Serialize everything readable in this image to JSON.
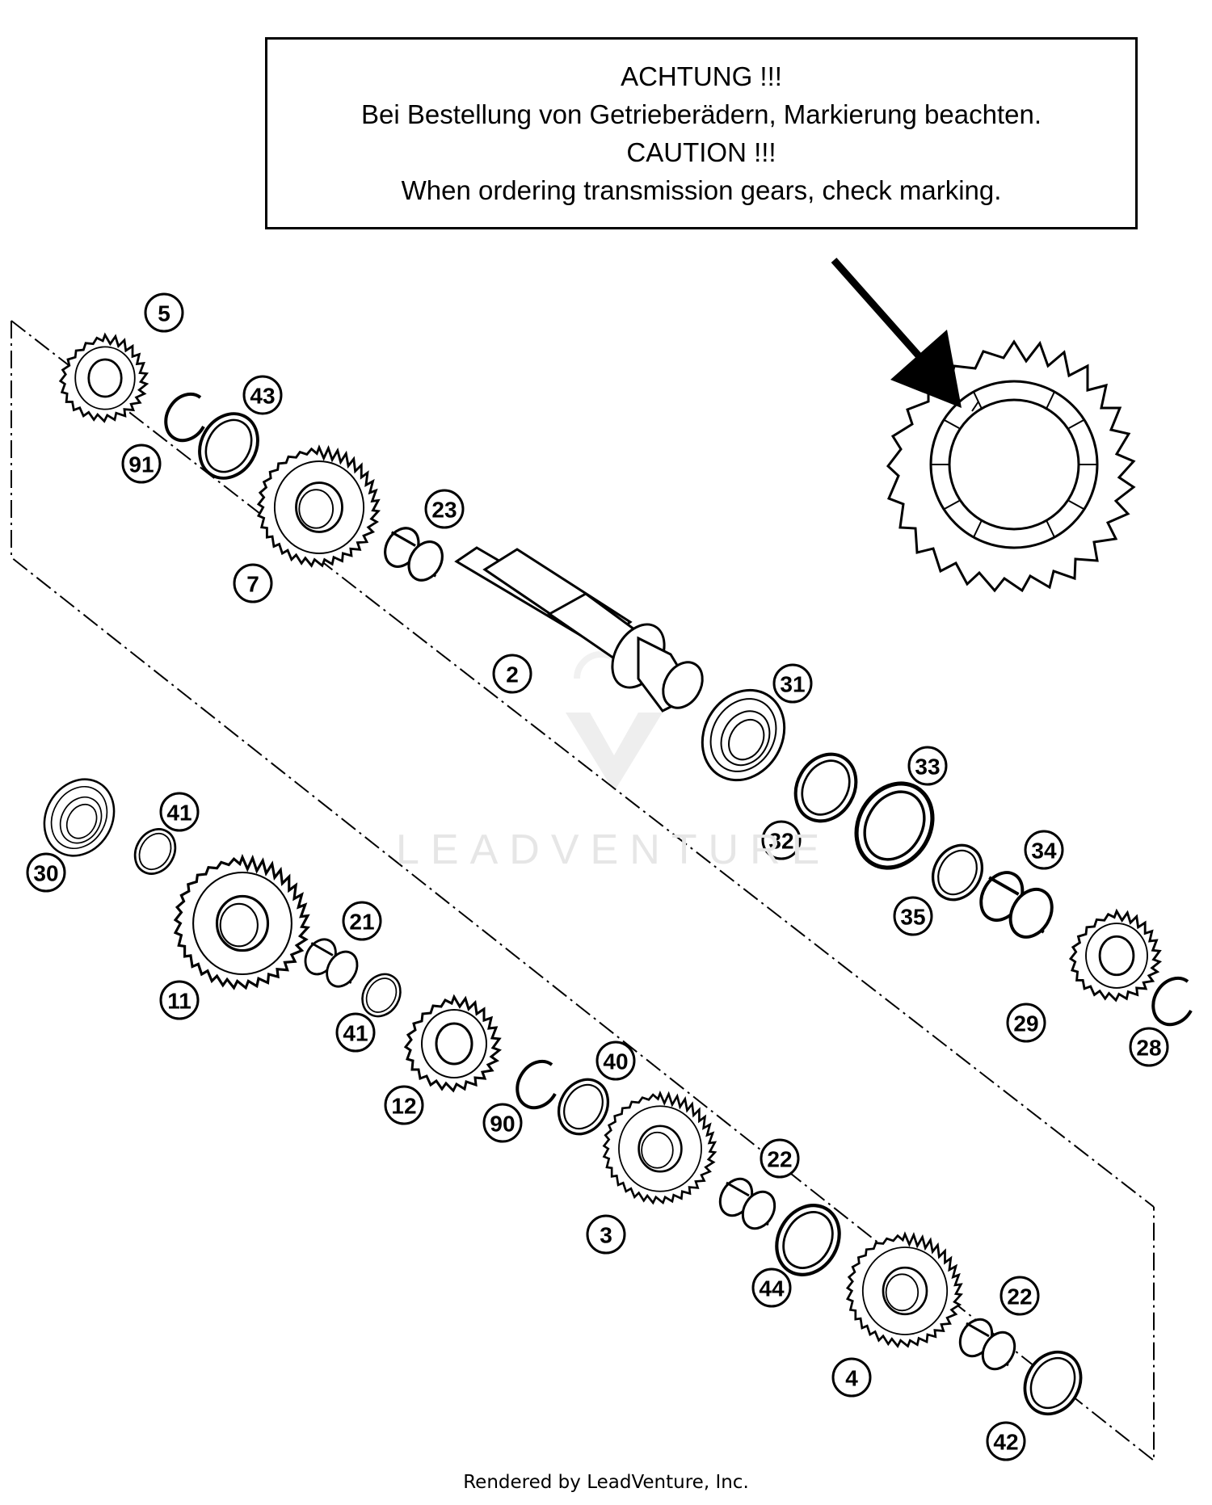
{
  "notice": {
    "line1": "ACHTUNG !!!",
    "line2": "Bei Bestellung von Getrieberädern, Markierung beachten.",
    "line3": "CAUTION !!!",
    "line4": "When ordering transmission gears, check marking."
  },
  "watermark": {
    "text": "LEADVENTURE"
  },
  "footer": "Rendered by LeadVenture, Inc.",
  "callouts": {
    "c5": "5",
    "c91": "91",
    "c43": "43",
    "c7": "7",
    "c23": "23",
    "c2": "2",
    "c31": "31",
    "c32": "32",
    "c33": "33",
    "c35": "35",
    "c34": "34",
    "c29": "29",
    "c28": "28",
    "c30": "30",
    "c41a": "41",
    "c11": "11",
    "c21": "21",
    "c41b": "41",
    "c12": "12",
    "c90": "90",
    "c40": "40",
    "c3": "3",
    "c22a": "22",
    "c44": "44",
    "c4": "4",
    "c22b": "22",
    "c42": "42"
  }
}
